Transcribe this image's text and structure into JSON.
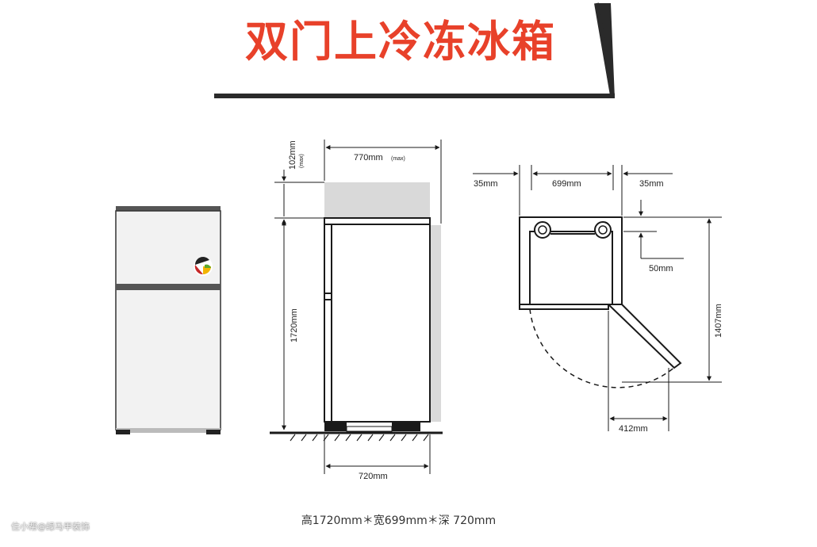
{
  "title": "双门上冷冻冰箱",
  "caption": "高1720mm＊宽699mm＊深 720mm",
  "watermark": "住小帮@绿马甲装饰",
  "front_view": {
    "max_width_label": "770mm",
    "max_width_note": "(max)",
    "top_clearance_label": "102mm",
    "top_clearance_note": "(max)",
    "height_label": "1720mm",
    "depth_label": "720mm"
  },
  "top_view": {
    "left_gap_label": "35mm",
    "width_label": "699mm",
    "right_gap_label": "35mm",
    "back_clearance_label": "50mm",
    "door_open_depth_label": "1407mm",
    "door_swing_label": "412mm"
  },
  "colors": {
    "title_red": "#e8412a",
    "line": "#1a1a1a",
    "fridge_body": "#f2f2f2",
    "fridge_top": "#555555",
    "clearance_gray": "#d9d9d9"
  }
}
